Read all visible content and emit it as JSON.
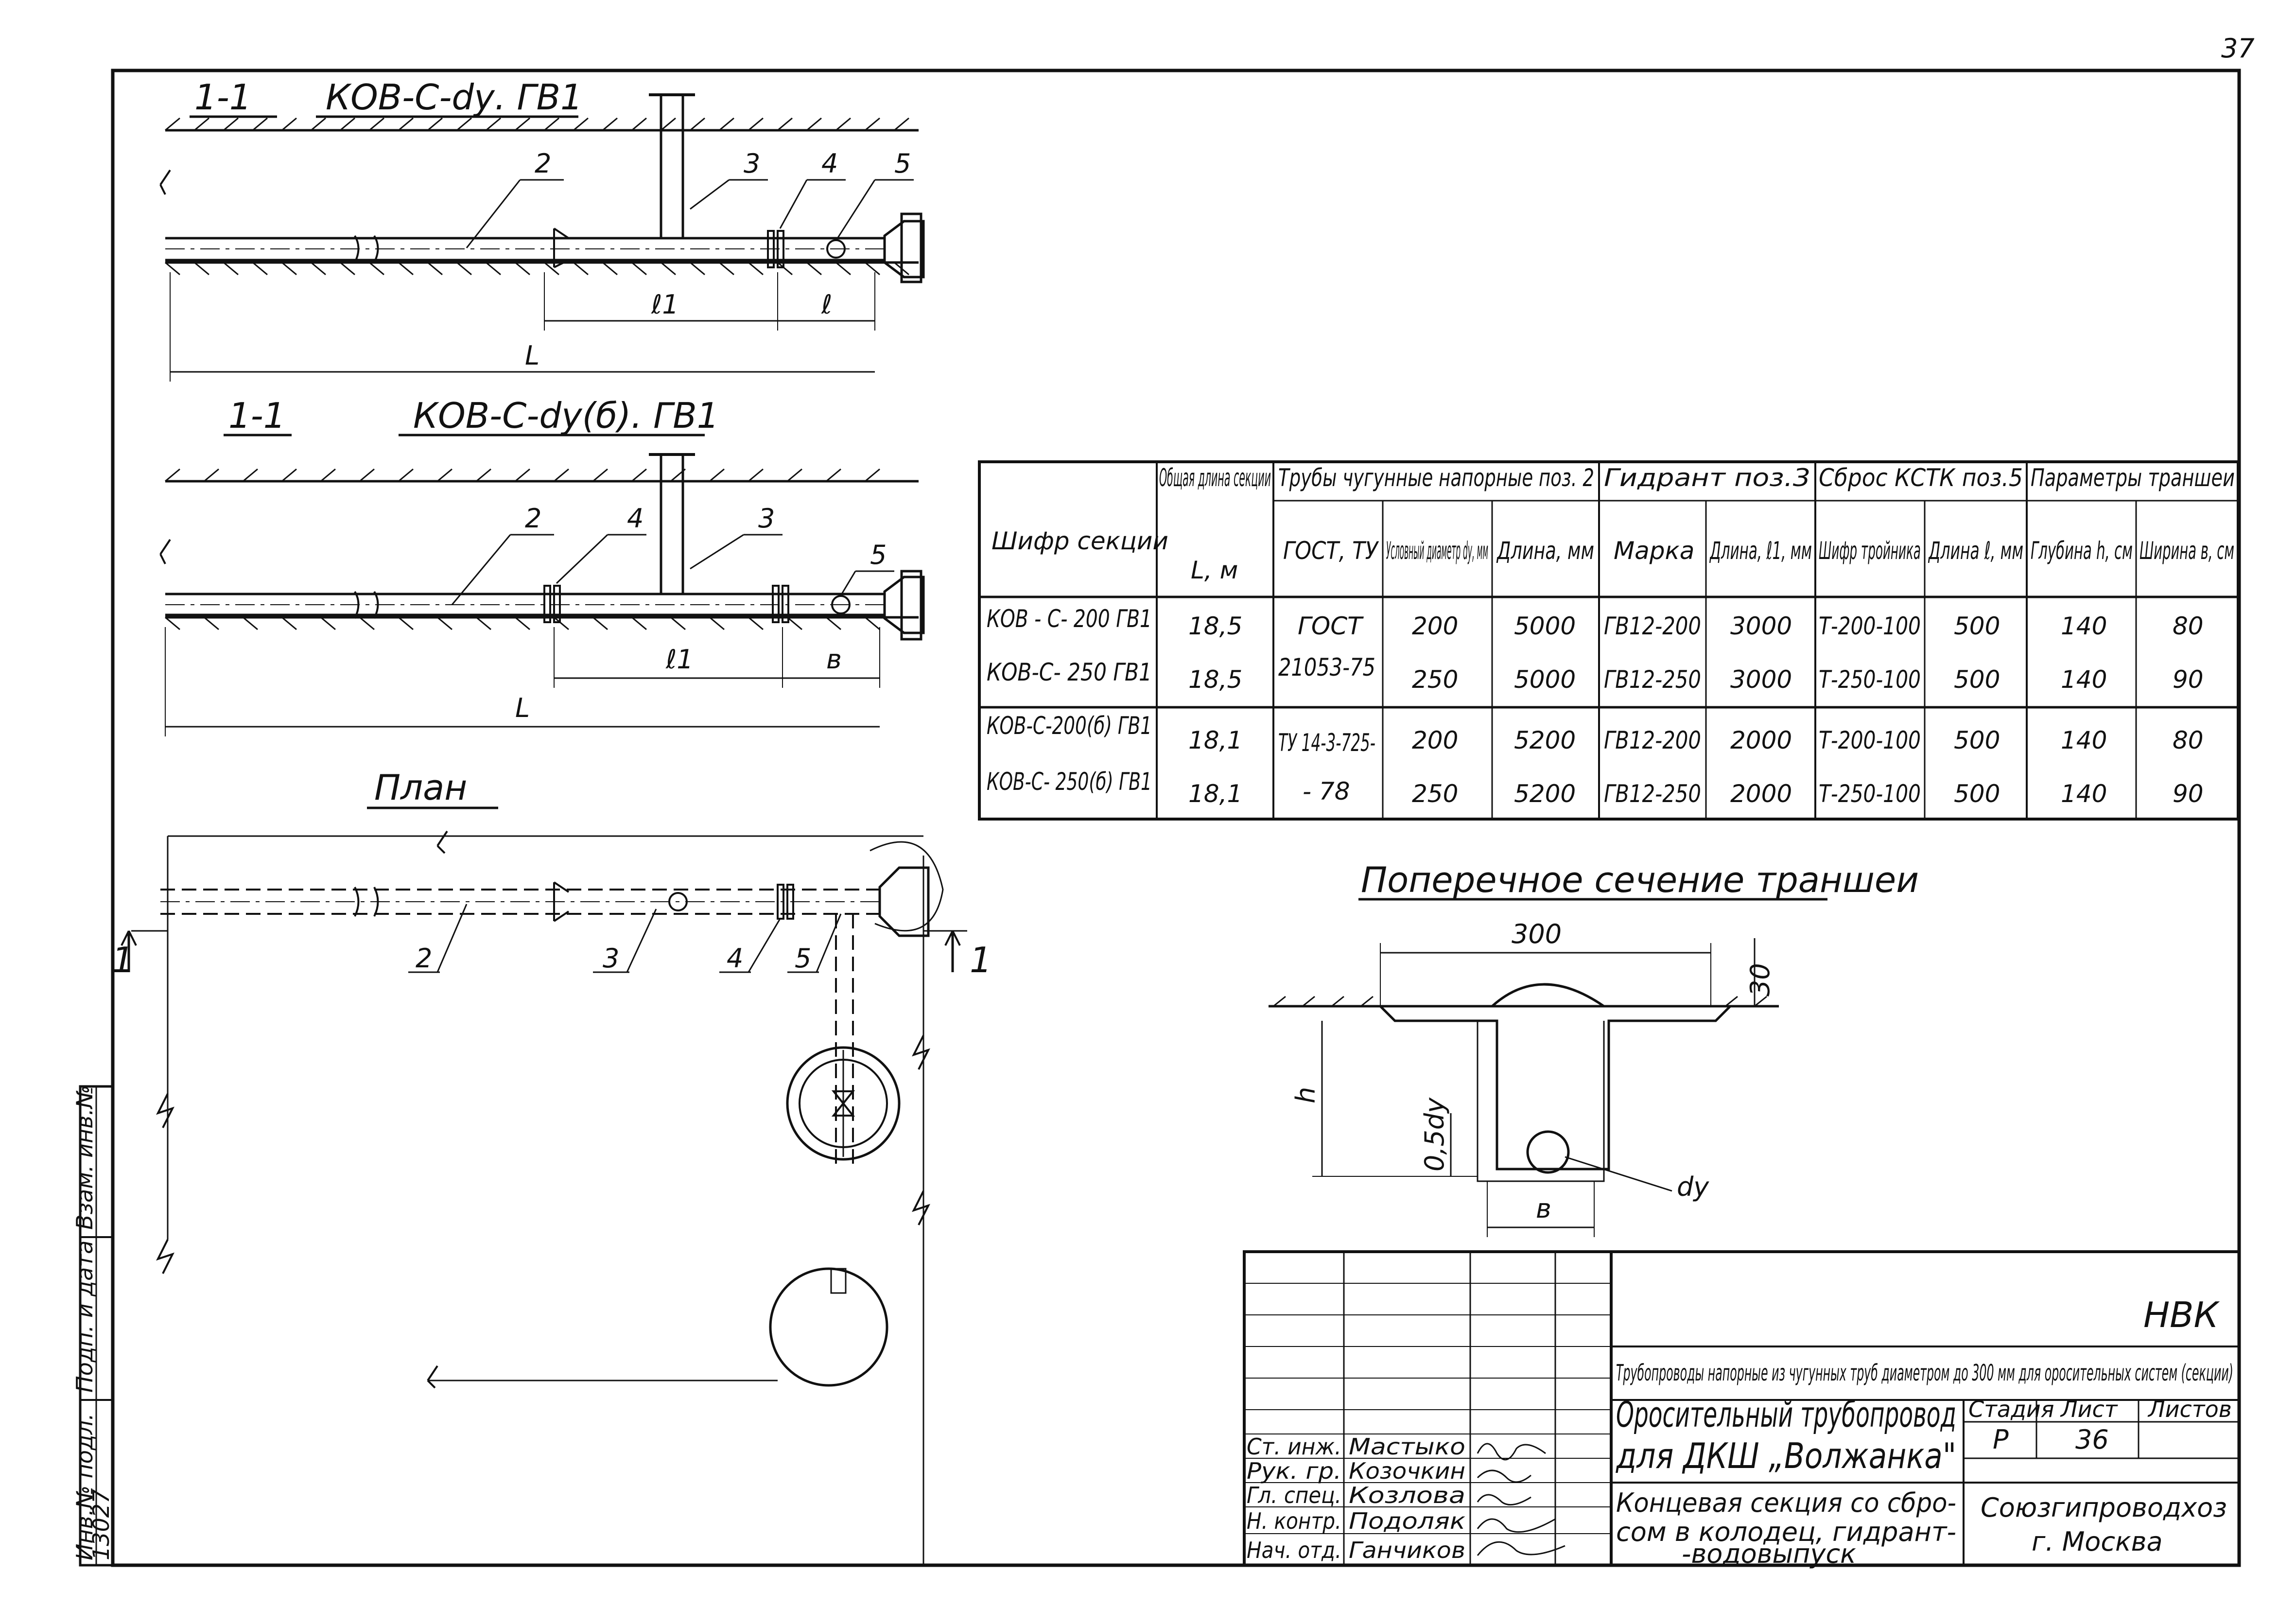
{
  "page_number": "37",
  "section_top": {
    "cut": "1-1",
    "code": "КОВ-С-dу. ГВ1"
  },
  "section_mid": {
    "cut": "1-1",
    "code": "КОВ-С-dу(б). ГВ1"
  },
  "plan_title": "План",
  "cut_marks": {
    "left": "1",
    "right": "1"
  },
  "callouts": [
    "2",
    "3",
    "4",
    "5"
  ],
  "dims": {
    "l1": "ℓ1",
    "l": "ℓ",
    "L": "L",
    "l_b": "в",
    "h": "h",
    "half_dy": "0,5dу",
    "dy": "dу",
    "width_300": "300",
    "top_30": "30",
    "b": "в"
  },
  "trench_title": "Поперечное сечение траншеи",
  "table": {
    "headers": {
      "cipher": "Шифр секции",
      "length": "Общая длина секции",
      "length_unit": "L, м",
      "pipes": "Трубы чугунные напорные поз. 2",
      "gost": "ГОСТ, ТУ",
      "diam": "Условный диаметр dу, мм",
      "plen": "Длина, мм",
      "hydrant": "Гидрант поз.3",
      "mark": "Марка",
      "hlen": "Длина, ℓ1, мм",
      "drop": "Сброс КСТК поз.5",
      "tee": "Шифр тройника",
      "dlen": "Длина ℓ, мм",
      "trench": "Параметры траншеи",
      "depth": "Глубина h, см",
      "width": "Ширина в, см"
    },
    "rows": [
      [
        "КОВ - С- 200 ГВ1",
        "18,5",
        "ГОСТ",
        "200",
        "5000",
        "ГВ12-200",
        "3000",
        "Т-200-100",
        "500",
        "140",
        "80"
      ],
      [
        "КОВ-С- 250 ГВ1",
        "18,5",
        "21053-75",
        "250",
        "5000",
        "ГВ12-250",
        "3000",
        "Т-250-100",
        "500",
        "140",
        "90"
      ],
      [
        "КОВ-С-200(б) ГВ1",
        "18,1",
        "ТУ 14-3-725-",
        "200",
        "5200",
        "ГВ12-200",
        "2000",
        "Т-200-100",
        "500",
        "140",
        "80"
      ],
      [
        "КОВ-С- 250(б) ГВ1",
        "18,1",
        "- 78",
        "250",
        "5200",
        "ГВ12-250",
        "2000",
        "Т-250-100",
        "500",
        "140",
        "90"
      ]
    ]
  },
  "stamp": {
    "code": "НВК",
    "title1": "Трубопроводы напорные из чугунных труб диаметром до 300 мм для оросительных систем (секции)",
    "title2a": "Оросительный трубопровод",
    "title2b": "для ДКШ „Волжанка\"",
    "title3a": "Концевая секция со сбро-",
    "title3b": "сом в колодец, гидрант-",
    "title3c": "-водовыпуск",
    "stage_label": "Стадия",
    "sheet_label": "Лист",
    "sheets_label": "Листов",
    "stage": "Р",
    "sheet": "36",
    "org1": "Союзгипроводхоз",
    "org2": "г. Москва",
    "people": [
      [
        "Ст. инж.",
        "Мастыко"
      ],
      [
        "Рук. гр.",
        "Козочкин"
      ],
      [
        "Гл. спец.",
        "Козлова"
      ],
      [
        "Н. контр.",
        "Подоляк"
      ],
      [
        "Нач. отд.",
        "Ганчиков"
      ]
    ]
  },
  "side_stamp": {
    "inv": "Инв.№ подл.",
    "sign": "Подп. и дата",
    "repl": "Взам. инв.№",
    "number": "13027"
  }
}
